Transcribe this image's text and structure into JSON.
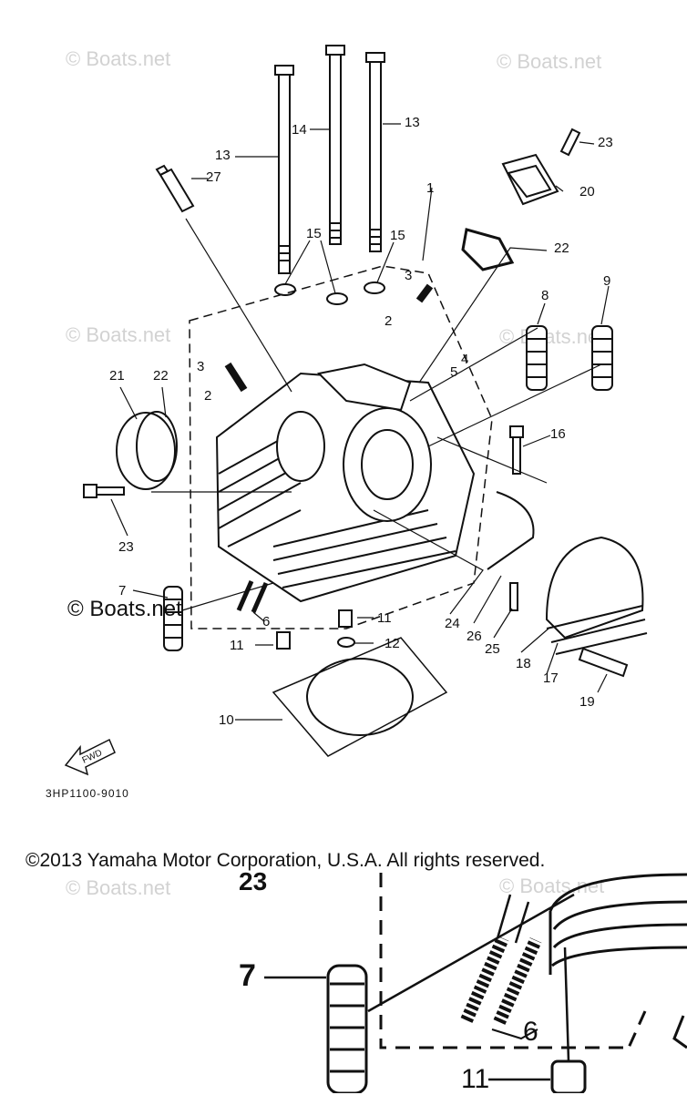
{
  "watermarks": [
    "© Boats.net",
    "© Boats.net",
    "© Boats.net",
    "© Boats.net",
    "© Boats.net",
    "© Boats.net"
  ],
  "watermark_dark": "© Boats.net",
  "figure_code": "3HP1100-9010",
  "fwd_label": "FWD",
  "copyright": "©2013 Yamaha Motor Corporation, U.S.A. All rights reserved.",
  "callouts": {
    "c1": "1",
    "c2a": "2",
    "c2b": "2",
    "c3a": "3",
    "c3b": "3",
    "c4": "4",
    "c5": "5",
    "c6": "6",
    "c7": "7",
    "c8": "8",
    "c9": "9",
    "c10": "10",
    "c11a": "11",
    "c11b": "11",
    "c12": "12",
    "c13a": "13",
    "c13b": "13",
    "c14": "14",
    "c15a": "15",
    "c15b": "15",
    "c16": "16",
    "c17": "17",
    "c18": "18",
    "c19": "19",
    "c20": "20",
    "c21": "21",
    "c22a": "22",
    "c22b": "22",
    "c23a": "23",
    "c23b": "23",
    "c24": "24",
    "c25": "25",
    "c26": "26",
    "c27": "27"
  },
  "zoom_callouts": {
    "z23": "23",
    "z7": "7",
    "z6": "6",
    "z11": "11"
  },
  "colors": {
    "ink": "#111111",
    "watermark": "#d2d2d2"
  }
}
